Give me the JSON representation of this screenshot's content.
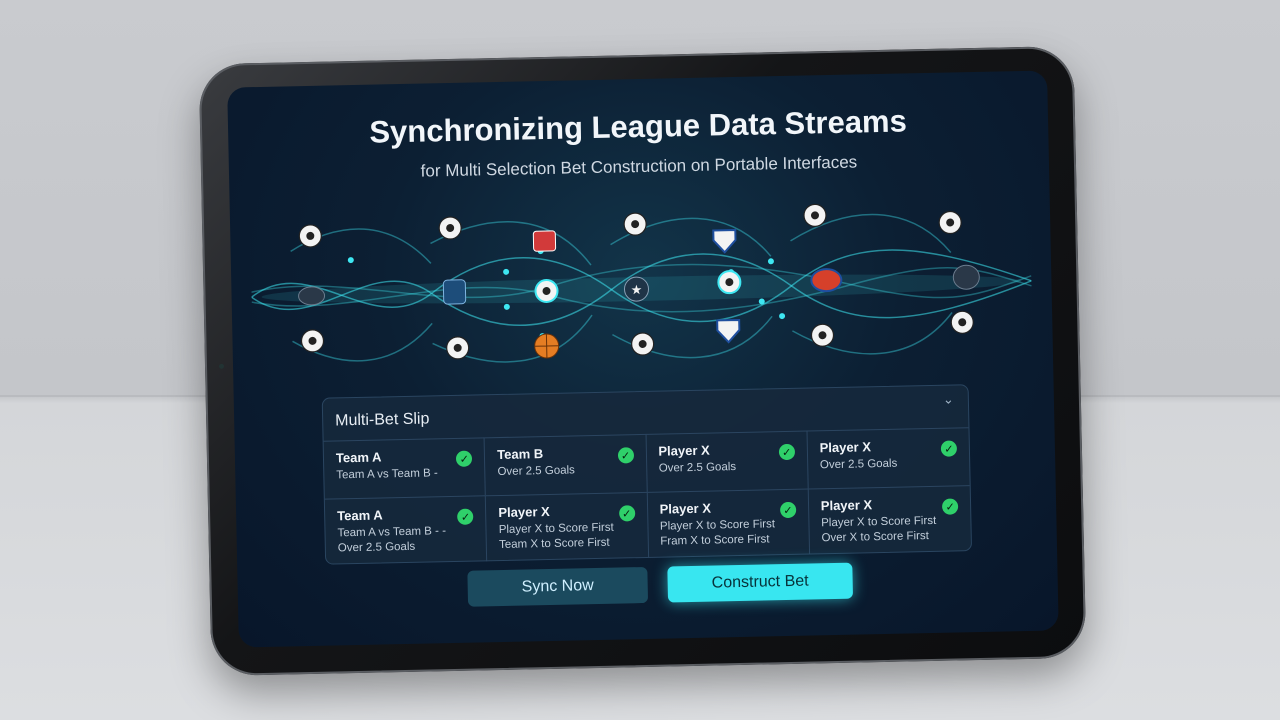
{
  "screen": {
    "title": "Synchronizing League Data Streams",
    "subtitle": "for Multi Selection Bet Construction on Portable Interfaces"
  },
  "stream": {
    "accent_color": "#3ee7f2",
    "nodes": [
      "soccer-ball-icon",
      "team-crest-icon",
      "basketball-icon",
      "shield-crest-icon",
      "star-crest-icon"
    ]
  },
  "slip": {
    "title": "Multi-Bet Slip",
    "close_label": "⌄",
    "rows": [
      [
        {
          "title": "Team A",
          "desc": "Team A vs Team B -"
        },
        {
          "title": "Team B",
          "desc": "Over 2.5 Goals"
        },
        {
          "title": "Player X",
          "desc": "Over 2.5 Goals"
        },
        {
          "title": "Player X",
          "desc": "Over 2.5 Goals"
        }
      ],
      [
        {
          "title": "Team A",
          "desc": "Team A vs Team B - - Over 2.5 Goals"
        },
        {
          "title": "Player X",
          "desc": "Player X to Score First Team X to Score First"
        },
        {
          "title": "Player X",
          "desc": "Player X to Score First Fram X to Score First"
        },
        {
          "title": "Player X",
          "desc": "Player X to Score First Over X to Score First"
        }
      ]
    ],
    "check_color": "#2fd06a"
  },
  "actions": {
    "sync_label": "Sync Now",
    "construct_label": "Construct Bet"
  }
}
